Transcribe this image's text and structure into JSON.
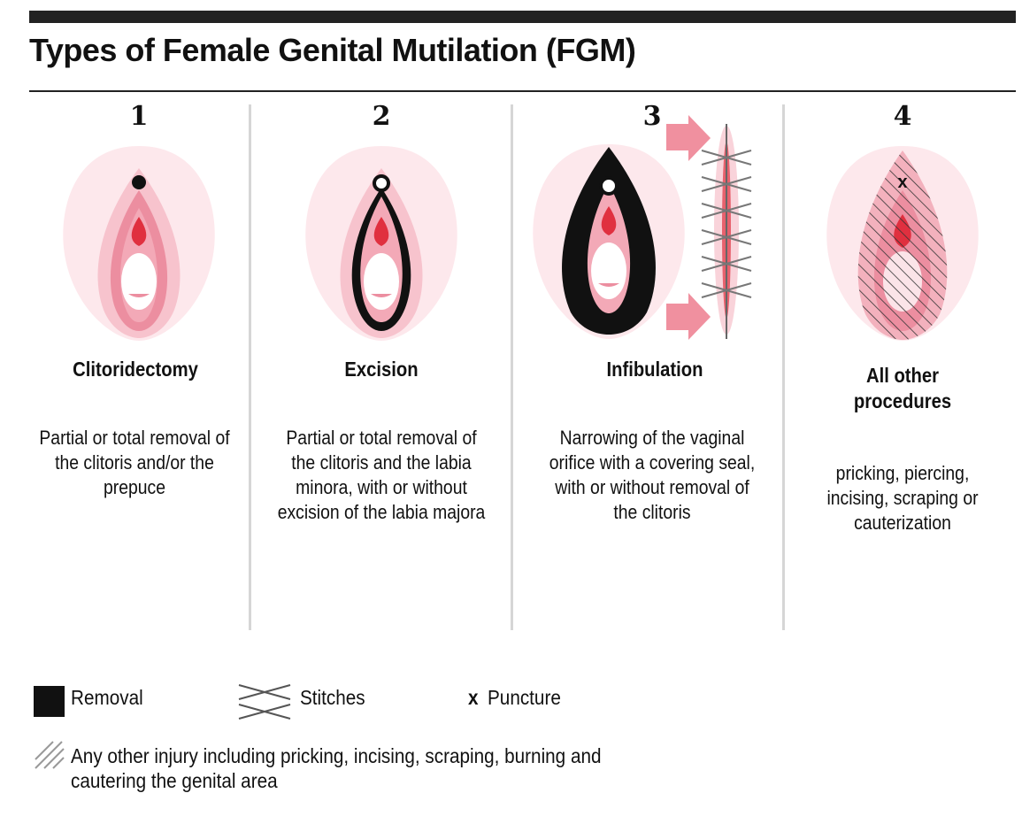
{
  "title": "Types of Female Genital Mutilation (FGM)",
  "types": [
    {
      "number": "1",
      "name": "Clitoridectomy",
      "description": "Partial or total removal of the clitoris and/or the prepuce"
    },
    {
      "number": "2",
      "name": "Excision",
      "description": "Partial or total removal of the clitoris and the labia minora, with or without excision of the labia majora"
    },
    {
      "number": "3",
      "name": "Infibulation",
      "description": "Narrowing of the vaginal orifice with a covering seal, with or without removal of the clitoris"
    },
    {
      "number": "4",
      "name": "All other procedures",
      "description": "pricking, piercing, incising, scraping or cauterization"
    }
  ],
  "legend": {
    "removal": "Removal",
    "stitches": "Stitches",
    "puncture_symbol": "x",
    "puncture": "Puncture",
    "other_injury": "Any other injury including pricking, incising, scraping, burning and cautering the genital area"
  },
  "colors": {
    "light_pink": "#fde8ec",
    "mid_pink": "#f5a9b8",
    "pink": "#ec7f95",
    "red": "#e0303f",
    "black": "#111111",
    "arrow": "#f0909f"
  }
}
